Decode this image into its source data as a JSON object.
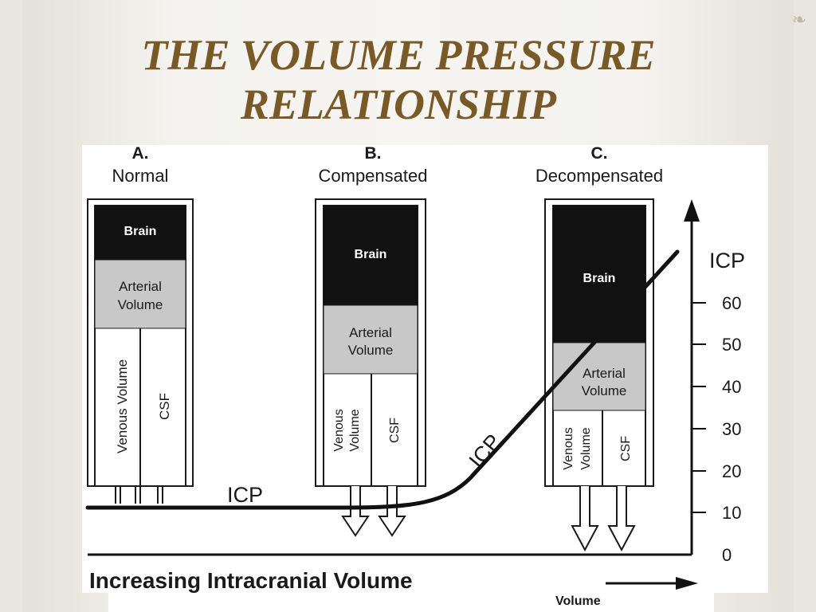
{
  "slide": {
    "title_line1": "THE VOLUME PRESSURE",
    "title_line2": "RELATIONSHIP",
    "corner_icon": "fleuron-icon"
  },
  "panels": [
    {
      "letter": "A.",
      "state": "Normal",
      "compartments": {
        "brain": "Brain",
        "arterial_1": "Arterial",
        "arterial_2": "Volume",
        "venous": "Venous Volume",
        "csf": "CSF"
      }
    },
    {
      "letter": "B.",
      "state": "Compensated",
      "compartments": {
        "brain": "Brain",
        "arterial_1": "Arterial",
        "arterial_2": "Volume",
        "venous_1": "Venous",
        "venous_2": "Volume",
        "csf": "CSF"
      }
    },
    {
      "letter": "C.",
      "state": "Decompensated",
      "compartments": {
        "brain": "Brain",
        "arterial_1": "Arterial",
        "arterial_2": "Volume",
        "venous_1": "Venous",
        "venous_2": "Volume",
        "csf": "CSF"
      }
    }
  ],
  "curve": {
    "label_flat": "ICP",
    "label_rising": "ICP"
  },
  "axis": {
    "y_title": "ICP",
    "y_ticks": [
      "60",
      "50",
      "40",
      "30",
      "20",
      "10",
      "0"
    ],
    "x_title": "Increasing Intracranial Volume",
    "x_caption": "Volume"
  },
  "colors": {
    "title": "#7a5a24",
    "brain": "#111111",
    "arterial": "#c8c8c8",
    "outline": "#1a1a1a"
  }
}
